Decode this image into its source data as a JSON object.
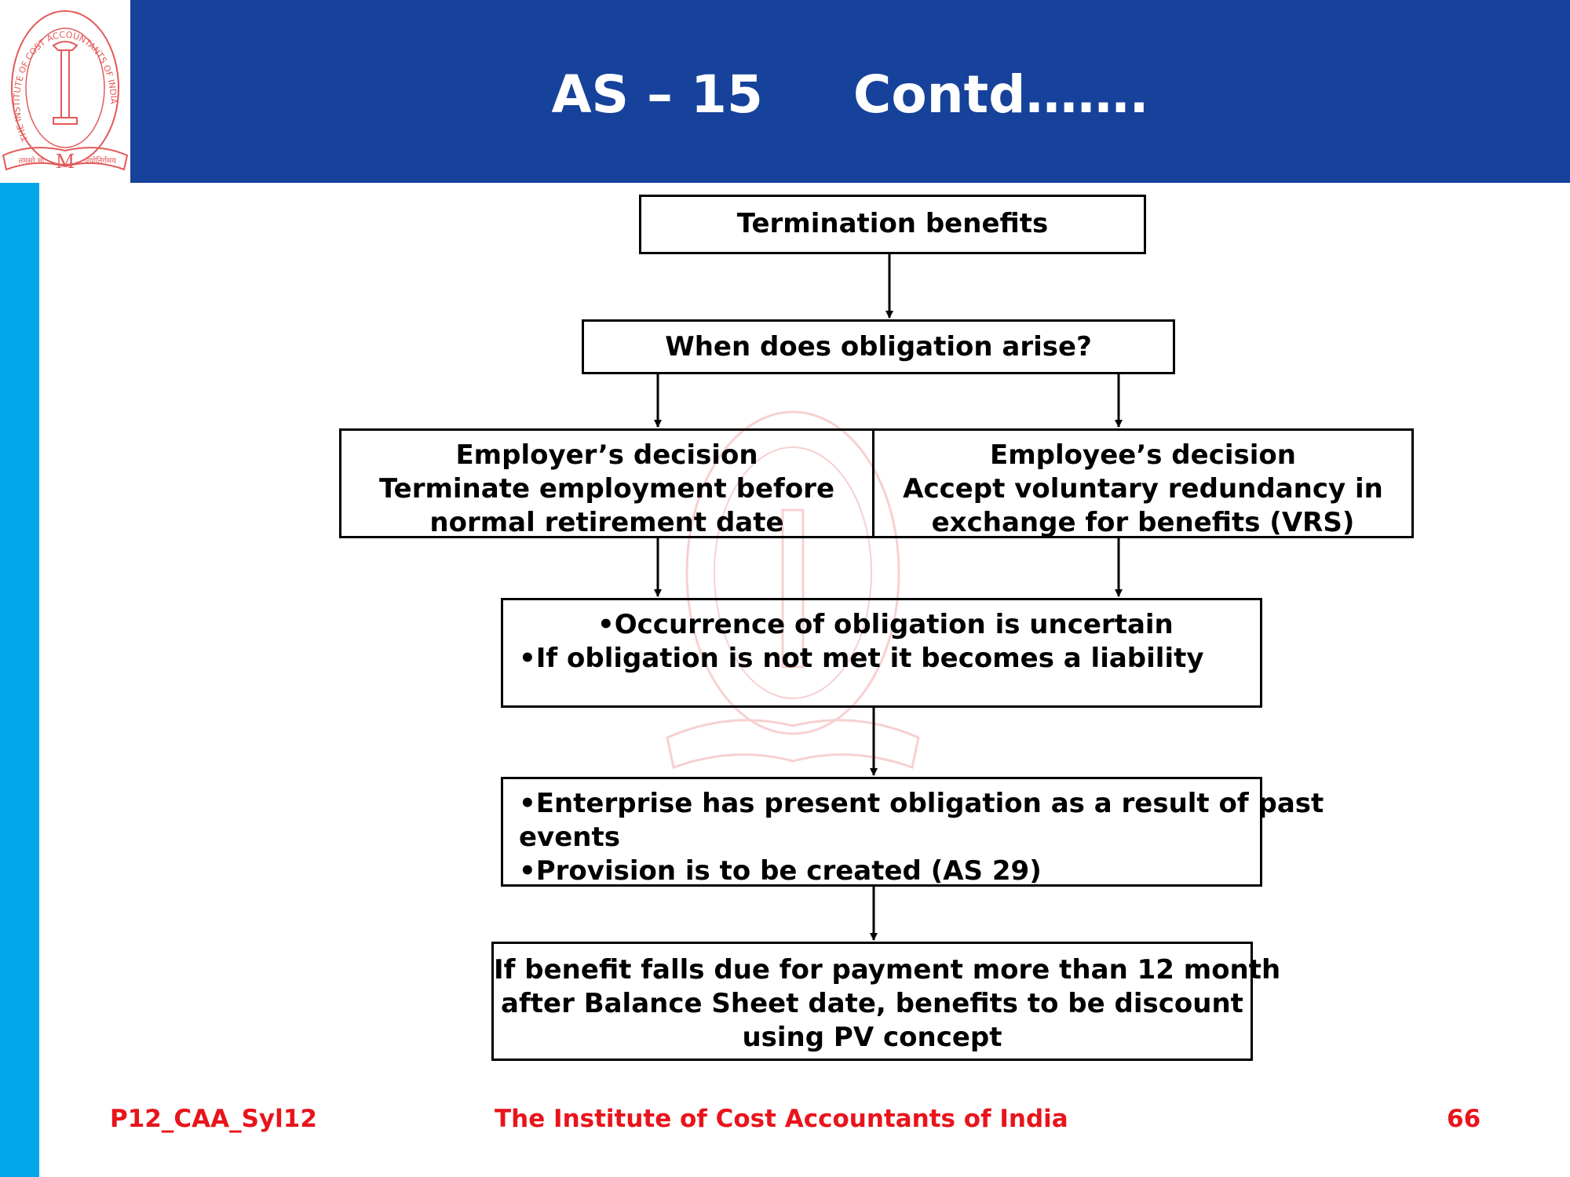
{
  "slide": {
    "title_main": "AS – 15",
    "title_contd": "Contd……."
  },
  "logo": {
    "ring_text": "THE INSTITUTE OF COST ACCOUNTANTS OF INDIA",
    "motto_left": "तमसो मा",
    "motto_right": "ज्योतिर्गमय",
    "monogram": "M"
  },
  "flowchart": {
    "termination": "Termination benefits",
    "question": "When does obligation arise?",
    "employer": {
      "heading": "Employer’s decision",
      "line1": "Terminate employment before",
      "line2": "normal retirement date"
    },
    "employee": {
      "heading": "Employee’s decision",
      "line1": "Accept voluntary redundancy in",
      "line2": "exchange for benefits (VRS)"
    },
    "uncertain": {
      "line1": "•Occurrence of obligation is uncertain",
      "line2": "•If obligation is not met it becomes a liability"
    },
    "present": {
      "line1": "•Enterprise has present obligation as a result of past",
      "line2": "events",
      "line3": "•Provision is to be created (AS 29)"
    },
    "discount": {
      "line1": "If benefit falls due for payment more than 12 month",
      "line2": "after Balance Sheet date, benefits to be discount",
      "line3": "using PV concept"
    }
  },
  "footer": {
    "code": "P12_CAA_Syl12",
    "institute": "The Institute of Cost Accountants of India",
    "page": "66"
  },
  "colors": {
    "header": "#17429b",
    "side_bar": "#00a7e8",
    "footer_text": "#e8141c",
    "logo": "#e35a5a"
  }
}
